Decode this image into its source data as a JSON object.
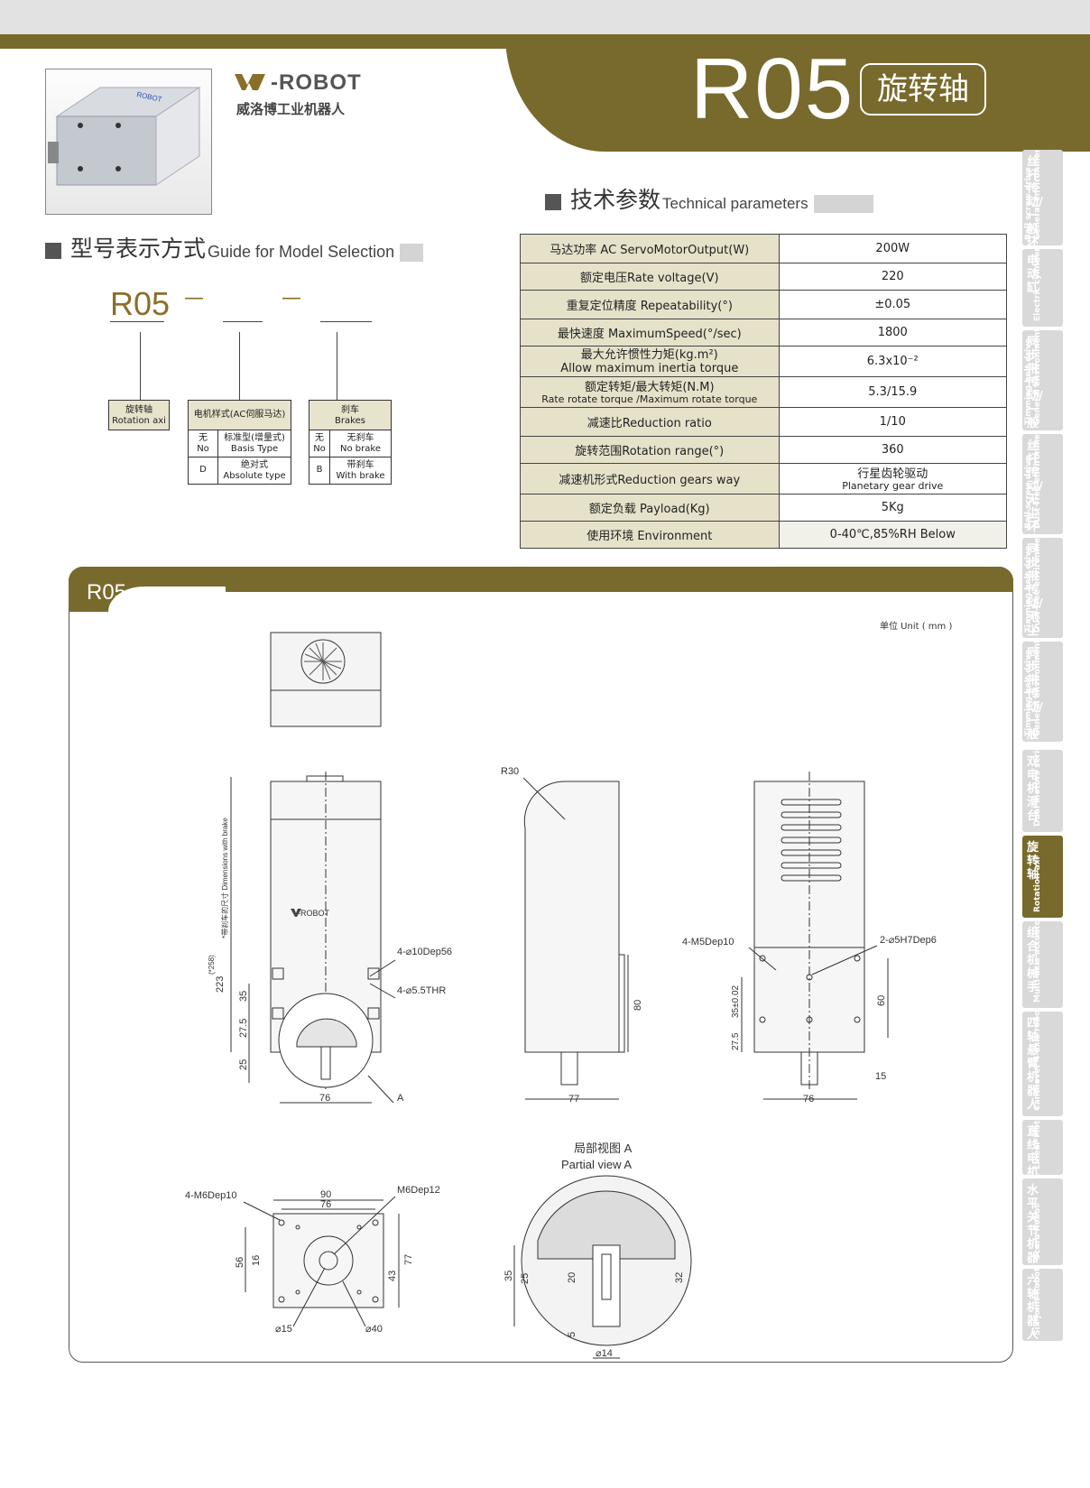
{
  "header": {
    "model": "R05",
    "model_tag": "旋转轴",
    "logo_text": "-ROBOT",
    "logo_cn": "威洛博工业机器人"
  },
  "selection": {
    "title_cn": "型号表示方式",
    "title_en": "Guide for Model Selection",
    "code": "R05",
    "dash1": "—",
    "dash2": "—",
    "box_rotation_cn": "旋转轴",
    "box_rotation_en": "Rotation axi",
    "box_motor_header": "电机样式(AC伺服马达)",
    "motor_rows": [
      {
        "code_cn": "无",
        "code_en": "No",
        "label_cn": "标准型(增量式)",
        "label_en": "Basis Type"
      },
      {
        "code_cn": "D",
        "code_en": "",
        "label_cn": "绝对式",
        "label_en": "Absolute type"
      }
    ],
    "box_brake_header_cn": "刹车",
    "box_brake_header_en": "Brakes",
    "brake_rows": [
      {
        "code_cn": "无",
        "code_en": "No",
        "label_cn": "无刹车",
        "label_en": "No brake"
      },
      {
        "code_cn": "B",
        "code_en": "",
        "label_cn": "带刹车",
        "label_en": "With brake"
      }
    ]
  },
  "spec": {
    "title_cn": "技术参数",
    "title_en": "Technical parameters",
    "rows": [
      {
        "k": "马达功率 AC ServoMotorOutput(W)",
        "k2": "",
        "v": "200W",
        "v2": ""
      },
      {
        "k": "额定电压Rate voltage(V)",
        "k2": "",
        "v": "220",
        "v2": ""
      },
      {
        "k": "重复定位精度 Repeatability(°)",
        "k2": "",
        "v": "±0.05",
        "v2": ""
      },
      {
        "k": "最快速度 MaximumSpeed(°/sec)",
        "k2": "",
        "v": "1800",
        "v2": ""
      },
      {
        "k": "最大允许惯性力矩(kg.m²)",
        "k2": "Allow maximum inertia torque",
        "v": "6.3x10⁻²",
        "v2": ""
      },
      {
        "k": "额定转矩/最大转矩(N.M)",
        "k2": "Rate rotate torque /Maximum rotate torque",
        "v": "5.3/15.9",
        "v2": ""
      },
      {
        "k": "减速比Reduction ratio",
        "k2": "",
        "v": "1/10",
        "v2": ""
      },
      {
        "k": "旋转范围Rotation range(°)",
        "k2": "",
        "v": "360",
        "v2": ""
      },
      {
        "k": "减速机形式Reduction gears way",
        "k2": "",
        "v": "行星齿轮驱动",
        "v2": "Planetary gear drive"
      },
      {
        "k": "额定负载 Payload(Kg)",
        "k2": "",
        "v": "5Kg",
        "v2": ""
      },
      {
        "k": "使用环境 Environment",
        "k2": "",
        "v": "0-40℃,85%RH Below",
        "v2": ""
      }
    ]
  },
  "drawing": {
    "panel_title": "R05",
    "unit": "单位 Unit ( mm )",
    "labels": {
      "r30": "R30",
      "hole1": "4-⌀10Dep56",
      "hole2": "4-⌀5.5THR",
      "a_mark": "A",
      "dim_brake": "(*258)",
      "dim_brake_note": "*带刹车的尺寸 Dimensions with brake",
      "d223": "223",
      "d35": "35",
      "d27_5": "27.5",
      "d25": "25",
      "d76a": "76",
      "d80": "80",
      "d77": "77",
      "m5": "4-M5Dep10",
      "pin": "2-⌀5H7Dep6",
      "d35_02": "35±0.02",
      "d27_5b": "27.5",
      "d60": "60",
      "d15": "15",
      "d76b": "76",
      "m6_4": "4-M6Dep10",
      "m6": "M6Dep12",
      "d90": "90",
      "d76c": "76",
      "d56": "56",
      "d16": "16",
      "d43": "43",
      "d77b": "77",
      "phi15": "⌀15",
      "phi40": "⌀40",
      "partial_cn": "局部视图 A",
      "partial_en": "Partial view  A",
      "p35": "35",
      "p25": "25",
      "p20": "20",
      "p32": "32",
      "p5": "5",
      "phi14": "⌀14",
      "logo_small": "-ROBOT"
    }
  },
  "sidenav": [
    {
      "cn": "丝杆传动/一般环境",
      "en": "Ball screw drive\nGeneral environment",
      "active": false
    },
    {
      "cn": "电动缸",
      "en": "Electric cylinder",
      "active": false
    },
    {
      "cn": "同步带传动/一般环境",
      "en": "Timming belt drive\nGeneral environment",
      "active": false
    },
    {
      "cn": "丝杆传动/无尘环境",
      "en": "Ball screw drive\nDust-free environment",
      "active": false
    },
    {
      "cn": "同步带传动/无尘环境",
      "en": "Timming belt drive\nDust-free environment",
      "active": false
    },
    {
      "cn": "同步带传动/一般环境",
      "en": "Timming belt drive\nGeneral environment",
      "active": false
    },
    {
      "cn": "双电机滑台",
      "en": "Dual motors series",
      "active": false
    },
    {
      "cn": "旋转轴",
      "en": "Rotation axi",
      "active": true
    },
    {
      "cn": "组合机械手",
      "en": "Multi-axis actuator",
      "active": false
    },
    {
      "cn": "四轴悬臂机器人",
      "en": "Cantilever 4 axis robot",
      "active": false
    },
    {
      "cn": "直线电机",
      "en": "Linear Motor",
      "active": false
    },
    {
      "cn": "水平关节机器人",
      "en": "Scara Robot",
      "active": false
    },
    {
      "cn": "六轴机器人",
      "en": "Six-joint Robot",
      "active": false
    }
  ]
}
